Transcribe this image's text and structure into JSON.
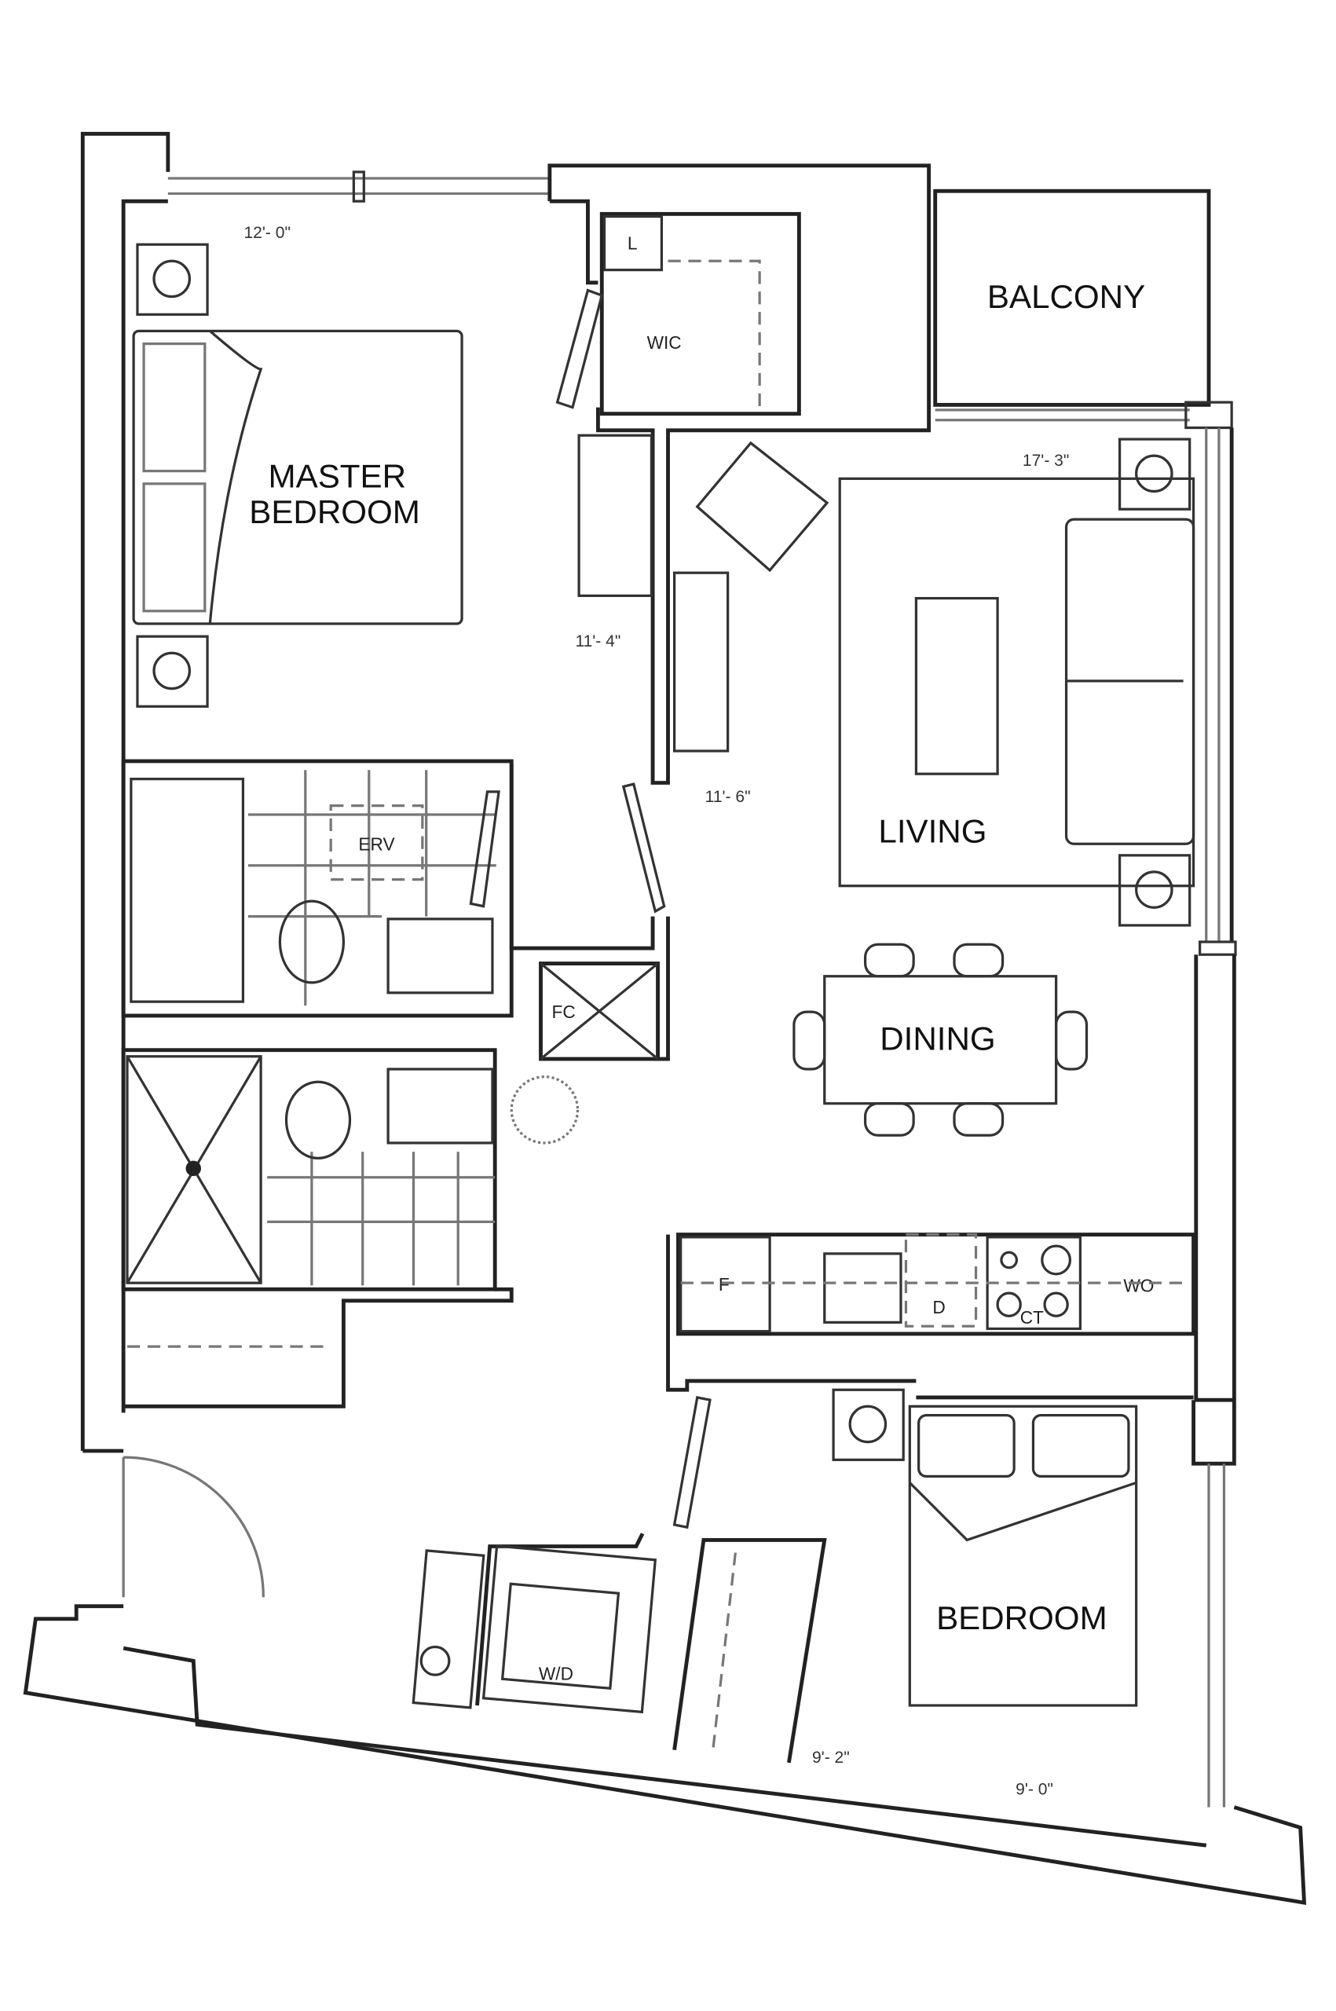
{
  "rooms": {
    "balcony": "BALCONY",
    "master_bedroom_line1": "MASTER",
    "master_bedroom_line2": "BEDROOM",
    "wic": "WIC",
    "linen": "L",
    "erv": "ERV",
    "fc": "FC",
    "living": "LIVING",
    "dining": "DINING",
    "bedroom": "BEDROOM",
    "washer_dryer": "W/D"
  },
  "kitchen": {
    "fridge": "F",
    "dishwasher": "D",
    "cooktop": "CT",
    "wall_oven": "WO"
  },
  "dimensions": {
    "master_width": "12'- 0\"",
    "master_depth": "11'- 4\"",
    "living_width": "17'- 3\"",
    "living_depth": "11'- 6\"",
    "bedroom_width": "9'- 0\"",
    "bedroom_depth": "9'- 2\""
  }
}
